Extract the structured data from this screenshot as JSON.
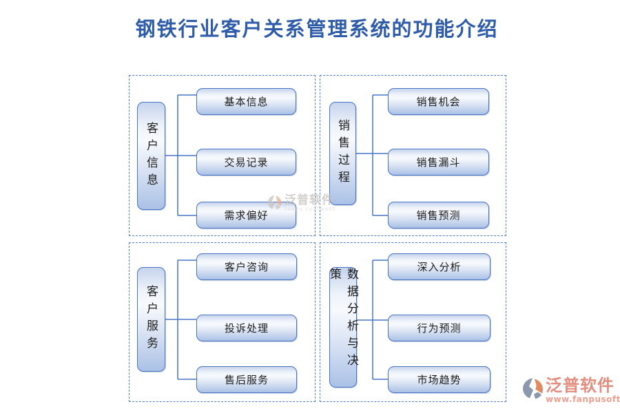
{
  "title": "钢铁行业客户关系管理系统的功能介绍",
  "colors": {
    "accent": "#4674c4",
    "title_text": "#2e5ca8",
    "node_border": "#4673c2",
    "node_fill_top": "#c5d3ec",
    "node_fill_bottom": "#aac1e6",
    "watermark_brand": "#e28d7e"
  },
  "panels": [
    {
      "id": "customer-info",
      "label": "客户信息",
      "items": [
        "基本信息",
        "交易记录",
        "需求偏好"
      ]
    },
    {
      "id": "sales-process",
      "label": "销售过程",
      "items": [
        "销售机会",
        "销售漏斗",
        "销售预测"
      ]
    },
    {
      "id": "customer-service",
      "label": "客户服务",
      "items": [
        "客户咨询",
        "投诉处理",
        "售后服务"
      ]
    },
    {
      "id": "data-analysis",
      "label": "数据分析与决策",
      "items": [
        "深入分析",
        "行为预测",
        "市场趋势"
      ]
    }
  ],
  "watermark_center": {
    "brand": "泛普软件",
    "sub": "FANPU SOFTWARE"
  },
  "footer_logo": {
    "brand": "泛普软件",
    "url": "www.fanpusoft.com"
  }
}
